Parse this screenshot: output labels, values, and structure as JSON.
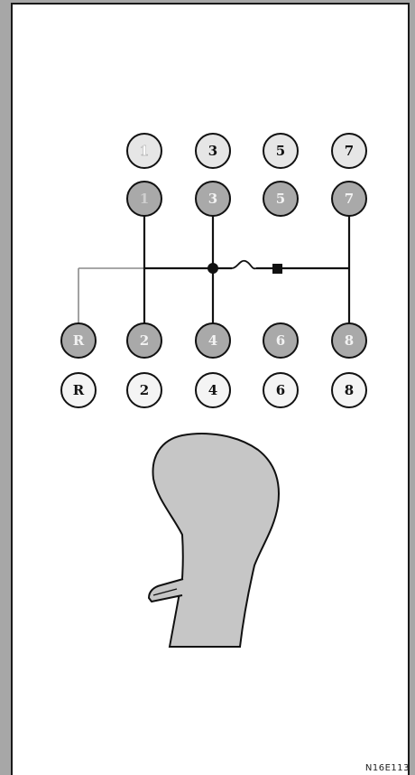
{
  "figure": {
    "code": "N16E113"
  },
  "shift_pattern": {
    "top_row_upper": [
      "1",
      "3",
      "5",
      "7"
    ],
    "top_row_lower": [
      "1",
      "3",
      "5",
      "7"
    ],
    "bottom_row_upper": [
      "R",
      "2",
      "4",
      "6",
      "8"
    ],
    "bottom_row_lower": [
      "R",
      "2",
      "4",
      "6",
      "8"
    ]
  },
  "icons": {
    "gear_lever": "gear-lever-knob-icon",
    "range_switch": "range-selector-switch-icon"
  },
  "colors": {
    "background": "#a7a7a7",
    "panel": "#ffffff",
    "circle_dark": "#a9a9a9",
    "circle_light": "#e6e6e6",
    "knob_fill": "#c6c6c6",
    "line": "#111111"
  }
}
